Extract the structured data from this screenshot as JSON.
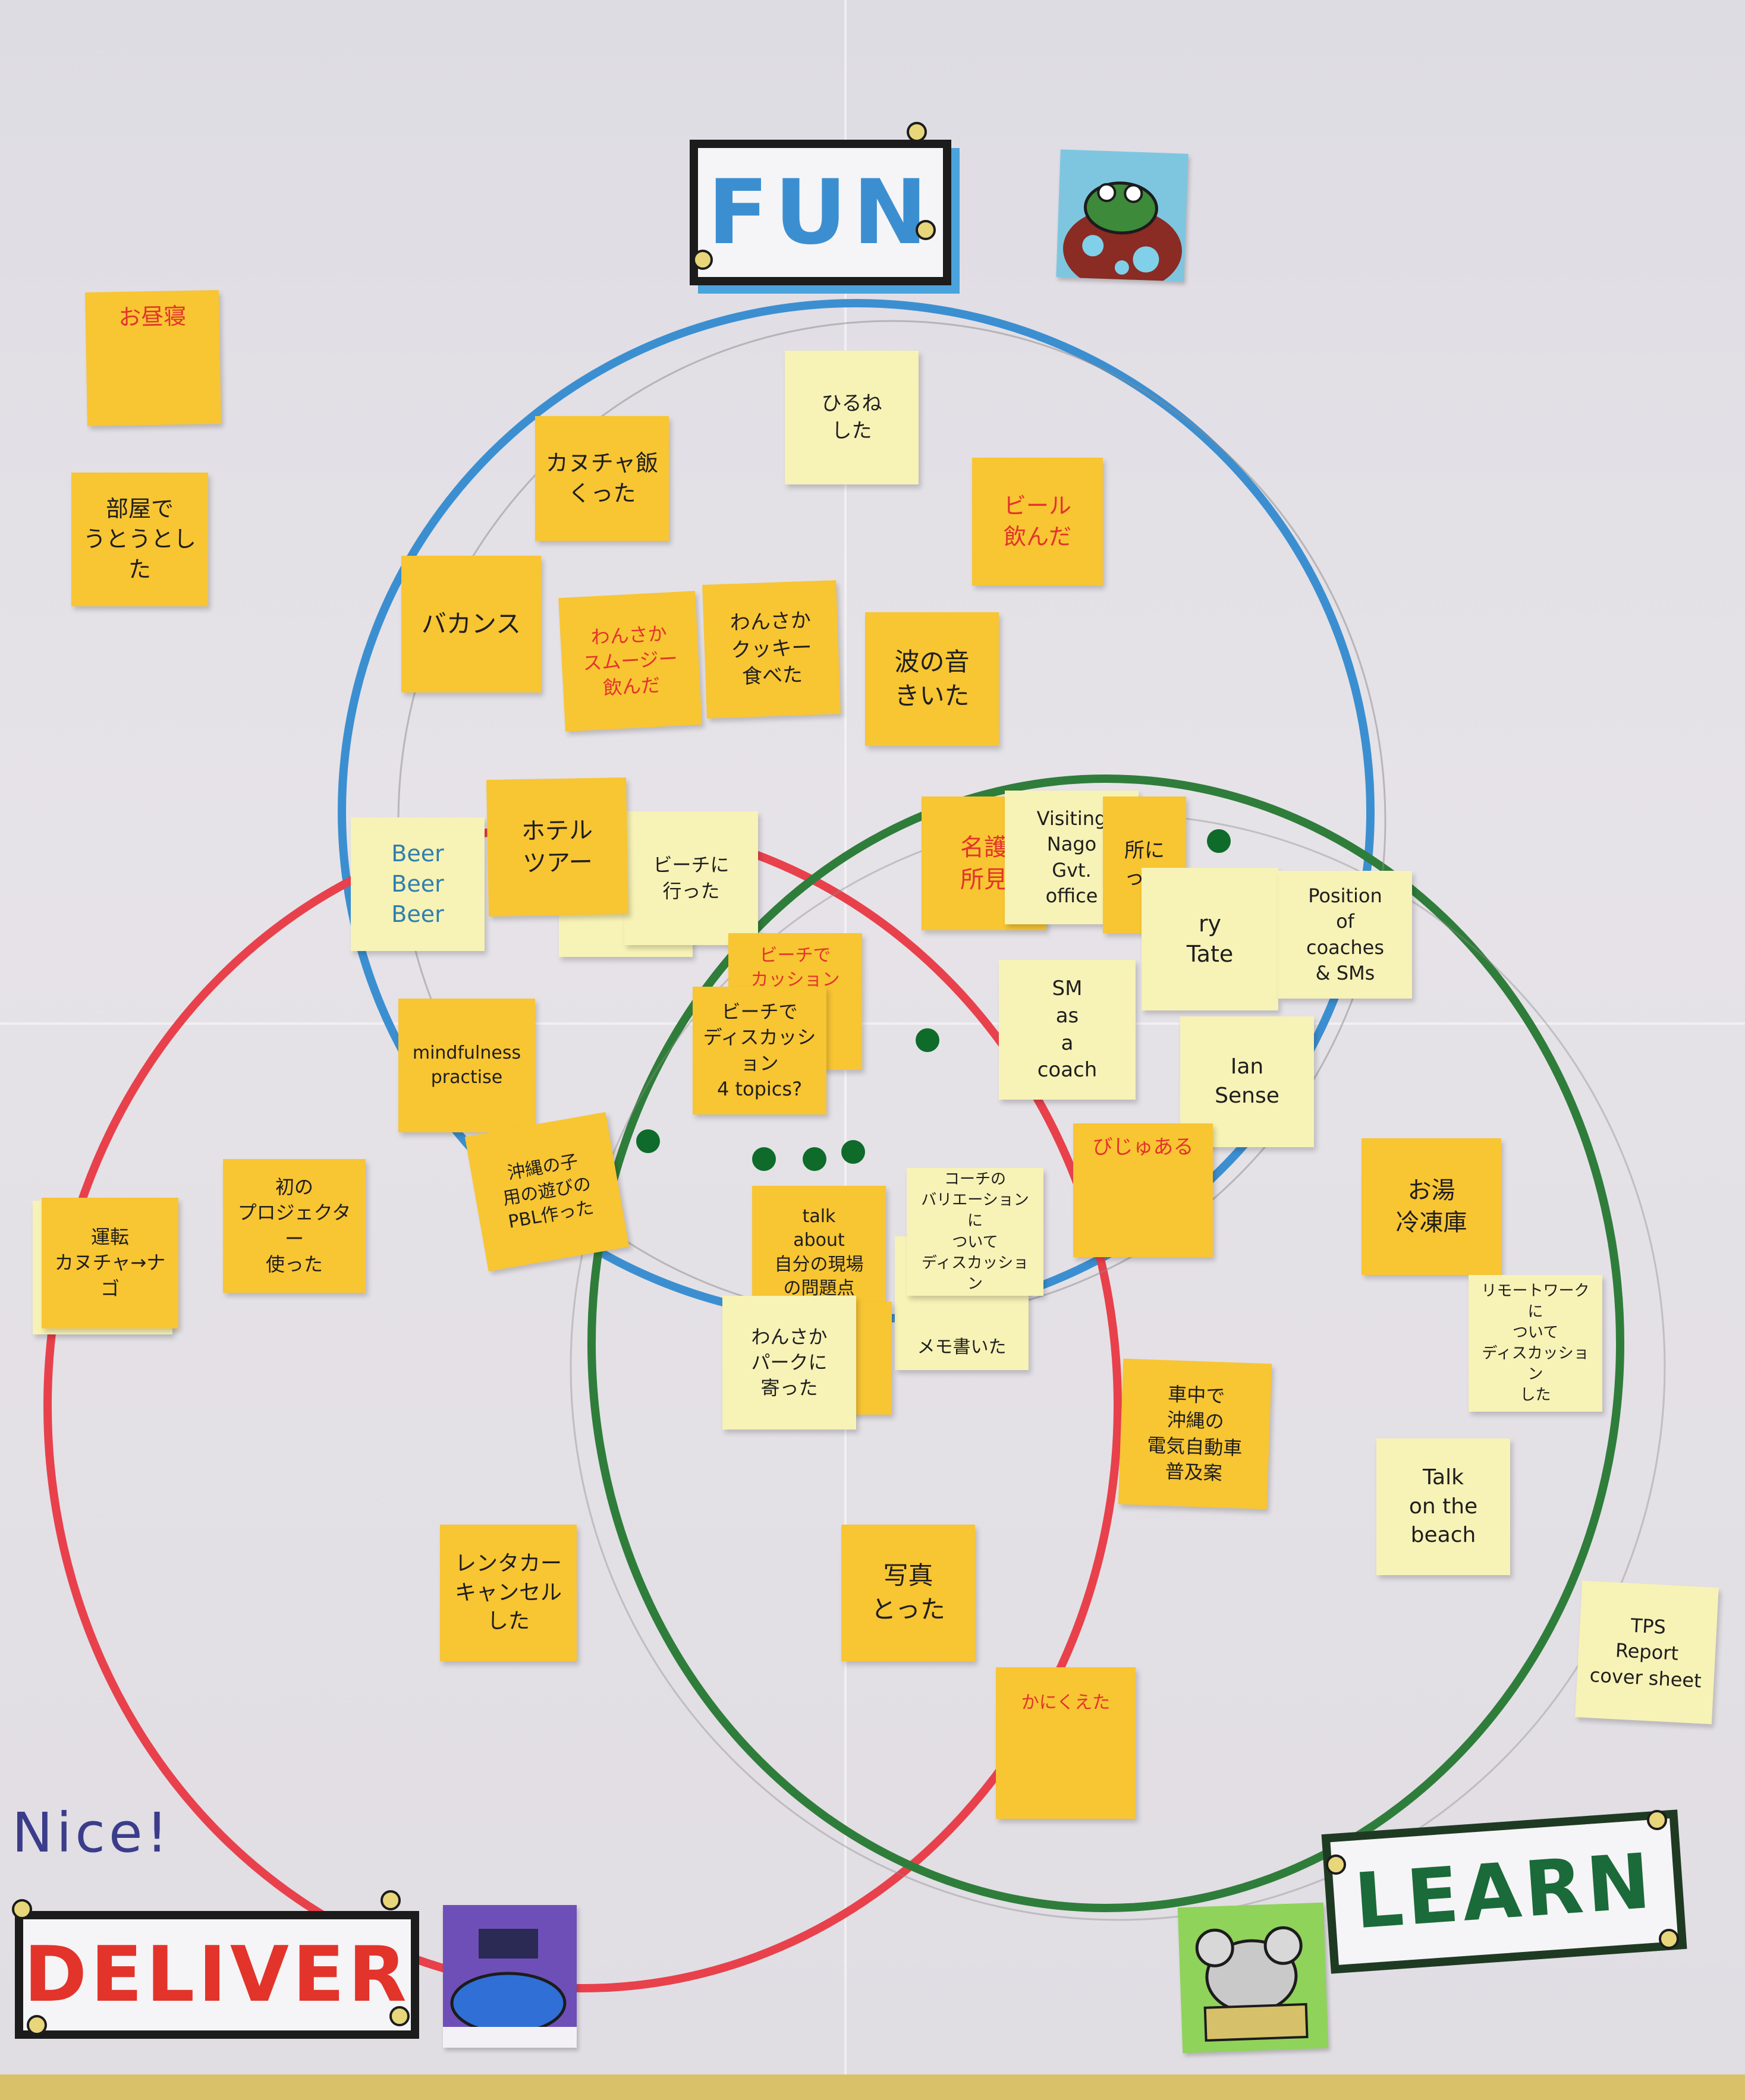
{
  "labels": {
    "fun": "FUN",
    "deliver": "DELIVER",
    "learn": "LEARN",
    "nice": "Nice!"
  },
  "colors": {
    "fun_circle": "#3b8fd1",
    "deliver_circle": "#e8414c",
    "learn_circle": "#2f7d3a",
    "sticky_yellow": "#f8c533",
    "sticky_pale": "#f7f2b6"
  },
  "notes": {
    "ohirune": "お昼寝",
    "heya": "部屋で\nうとうとした",
    "kachasi": "カヌチャ飯\nくった",
    "hirune2": "ひるね\nした",
    "beer": "ビール\n飲んだ",
    "vacance": "バカンス",
    "smoothie": "わんさか\nスムージー\n飲んだ",
    "cookie": "わんさか\nクッキー\n食べた",
    "nami": "波の音\nきいた",
    "beerbeer": "Beer\nBeer\nBeer",
    "hotel": "ホテル\nツアー",
    "beach_went": "ビーチに\n行った",
    "nago": "名護\n所見",
    "visiting": "Visiting\nNago\nGvt.\noffice",
    "place": "所に\nった",
    "ry_tate": "ry\nTate",
    "position": "Position\nof\ncoaches\n& SMs",
    "beach_disc_top": "ビーチで\nカッション",
    "beach_disc": "ビーチで\nディスカッション\n4 topics?",
    "mindfulness": "mindfulness\npractise",
    "sm_coach": "SM\nas\na\ncoach",
    "ian": "Ian\nSense",
    "pbl": "沖縄の子\n用の遊びの\nPBL作った",
    "drive": "運転\nカヌチャ→ナゴ",
    "projector": "初の\nプロジェクター\n使った",
    "talk_genba": "talk\nabout\n自分の現場\nの問題点",
    "coach_variation": "コーチの\nバリエーションに\nついて\nディスカッション",
    "kaita": "メモ書いた",
    "wansaka_park": "わんさか\nパークに\n寄った",
    "bijuru": "びじゅある",
    "oyu": "お湯\n冷凍庫",
    "remote": "リモートワークに\nついて\nディスカッション\nした",
    "car_ev": "車中で\n沖縄の\n電気自動車\n普及案",
    "talk_beach": "Talk\non the\nbeach",
    "rentacar": "レンタカー\nキャンセル\nした",
    "photo": "写真\nとった",
    "tps": "TPS\nReport\ncover sheet",
    "kanikaku": "かにくえた"
  },
  "avatars": {
    "fun": "frog-on-mushroom",
    "deliver": "whale-with-ship",
    "learn": "mouse-reading-book"
  }
}
